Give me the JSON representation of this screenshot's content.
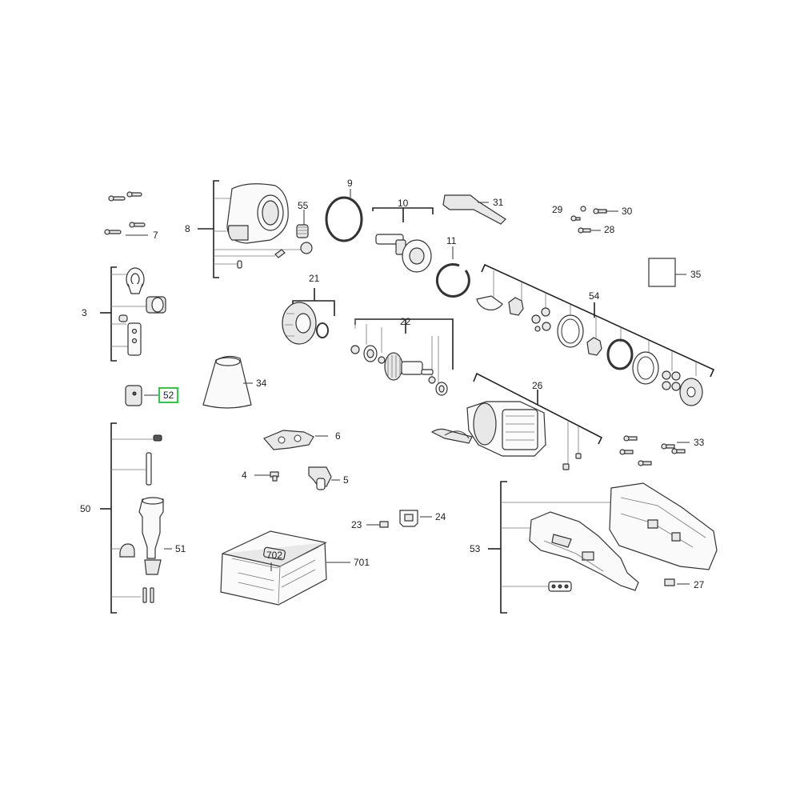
{
  "callouts": {
    "c3": "3",
    "c4": "4",
    "c5": "5",
    "c6": "6",
    "c7": "7",
    "c8": "8",
    "c9": "9",
    "c10": "10",
    "c11": "11",
    "c21": "21",
    "c22": "22",
    "c23": "23",
    "c24": "24",
    "c26": "26",
    "c27": "27",
    "c28": "28",
    "c29": "29",
    "c30": "30",
    "c31": "31",
    "c33": "33",
    "c34": "34",
    "c35": "35",
    "c50": "50",
    "c51": "51",
    "c52": "52",
    "c53": "53",
    "c54": "54",
    "c55": "55",
    "c701": "701",
    "c702": "702"
  },
  "highlighted_callout": "52",
  "colors": {
    "highlight": "#2ecc40",
    "line": "#333333",
    "background": "#ffffff"
  }
}
